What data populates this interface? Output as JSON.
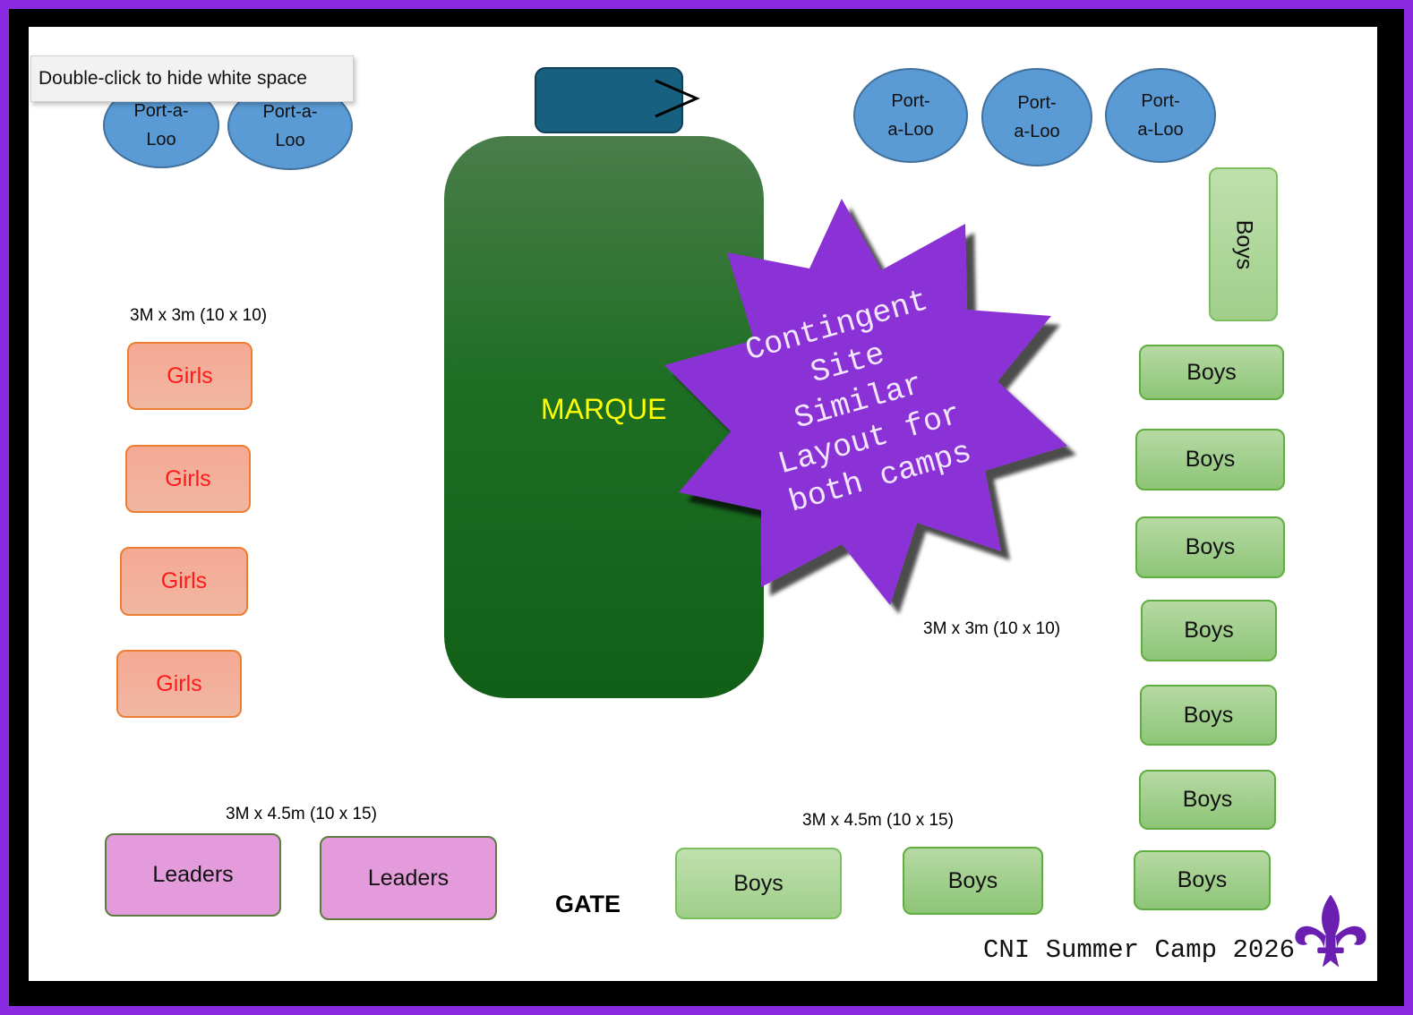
{
  "tooltip": "Double-click to hide white space",
  "porta_loos": [
    {
      "line1": "Port-a-",
      "line2": "Loo"
    },
    {
      "line1": "Port-a-",
      "line2": "Loo"
    },
    {
      "line1": "Port-",
      "line2": "a-Loo"
    },
    {
      "line1": "Port-",
      "line2": "a-Loo"
    },
    {
      "line1": "Port-",
      "line2": "a-Loo"
    }
  ],
  "marque_label": "MARQUE",
  "starburst": {
    "lines": [
      "Contingent",
      "Site",
      "Similar",
      "Layout for",
      "both camps"
    ],
    "color": "#8b30d6"
  },
  "dimensions": {
    "girls_tents": "3M x 3m (10 x 10)",
    "boys_tents": "3M x 3m (10 x 10)",
    "leaders_tents": "3M x 4.5m (10 x 15)",
    "boys_large_tents": "3M x 4.5m (10 x 15)"
  },
  "girls_label": "Girls",
  "boys_label": "Boys",
  "leaders_label": "Leaders",
  "gate_label": "GATE",
  "footer_title": "CNI Summer Camp 2026",
  "logo": "fleur-de-lis-icon",
  "colors": {
    "frame": "#8a2be2",
    "marque": "#1d6e23",
    "girls": "#f5a993",
    "boys": "#a0cf8a",
    "leaders": "#e49bdb",
    "loo": "#5b9bd5"
  }
}
